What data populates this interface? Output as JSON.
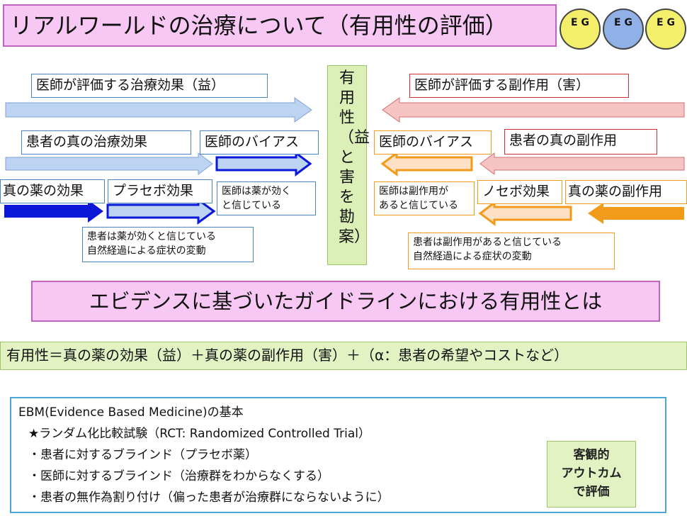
{
  "title": "リアルワールドの治療について（有用性の評価）",
  "left": {
    "doctor_effect": "医師が評価する治療効果（益）",
    "patient_true_effect": "患者の真の治療効果",
    "doctor_bias": "医師のバイアス",
    "true_drug_effect": "真の薬の効果",
    "placebo_effect": "プラセボ効果",
    "doctor_belief_line1": "医師は薬が効く",
    "doctor_belief_line2": "と信じている",
    "patient_note_line1": "患者は薬が効くと信じている",
    "patient_note_line2": "自然経過による症状の変動"
  },
  "center_vertical": "有用性（益と害を勘案）",
  "right": {
    "doctor_side_effect": "医師が評価する副作用（害）",
    "patient_true_side_effect": "患者の真の副作用",
    "doctor_bias": "医師のバイアス",
    "nocebo_effect": "ノセボ効果",
    "true_drug_side_effect": "真の薬の副作用",
    "doctor_belief_line1": "医師は副作用が",
    "doctor_belief_line2": "あると信じている",
    "patient_note_line1": "患者は副作用があると信じている",
    "patient_note_line2": "自然経過による症状の変動"
  },
  "evidence_heading": "エビデンスに基づいたガイドラインにおける有用性とは",
  "formula": "有用性＝真の薬の効果（益）＋真の薬の副作用（害）＋（α：患者の希望やコストなど）",
  "ebm": {
    "heading": "EBM(Evidence Based Medicine)の基本",
    "items": [
      "★ランダム化比較試験（RCT: Randomized Controlled Trial）",
      "・患者に対するブラインド（プラセボ薬）",
      "・医師に対するブラインド（治療群をわからなくする）",
      "・患者の無作為割り付け（偏った患者が治療群にならないように）"
    ]
  },
  "outcome": {
    "line1": "客観的",
    "line2": "アウトカム",
    "line3": "で評価"
  },
  "logos": [
    {
      "text": "E G",
      "color": "#f3ef6a"
    },
    {
      "text": "E G",
      "color": "#8fb1e8"
    },
    {
      "text": "E G",
      "color": "#f3ef6a"
    }
  ],
  "colors": {
    "title_bg": "#f7c8f4",
    "left_arrow": "#bcd3f2",
    "left_strong": "#0b18d8",
    "right_arrow": "#f7c4c4",
    "right_strong": "#f29a1a",
    "green": "#dcefb6"
  }
}
